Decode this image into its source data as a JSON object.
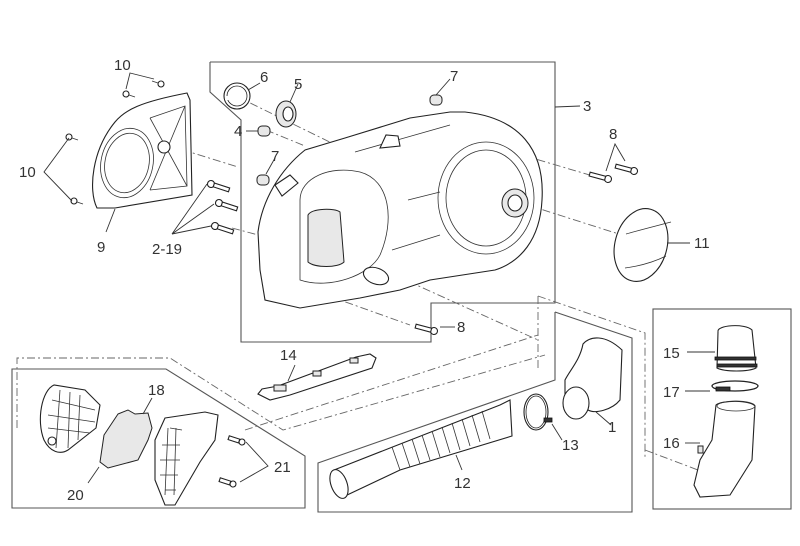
{
  "diagram": {
    "type": "exploded-parts-diagram",
    "subject": "transmission cover and air intake assembly",
    "callouts": {
      "c1": "1",
      "c2_19": "2-19",
      "c3": "3",
      "c4": "4",
      "c5": "5",
      "c6": "6",
      "c7a": "7",
      "c7b": "7",
      "c8a": "8",
      "c8b": "8",
      "c9": "9",
      "c10a": "10",
      "c10b": "10",
      "c11": "11",
      "c12": "12",
      "c13": "13",
      "c14": "14",
      "c15": "15",
      "c16": "16",
      "c17": "17",
      "c18": "18",
      "c20": "20",
      "c21": "21"
    }
  }
}
